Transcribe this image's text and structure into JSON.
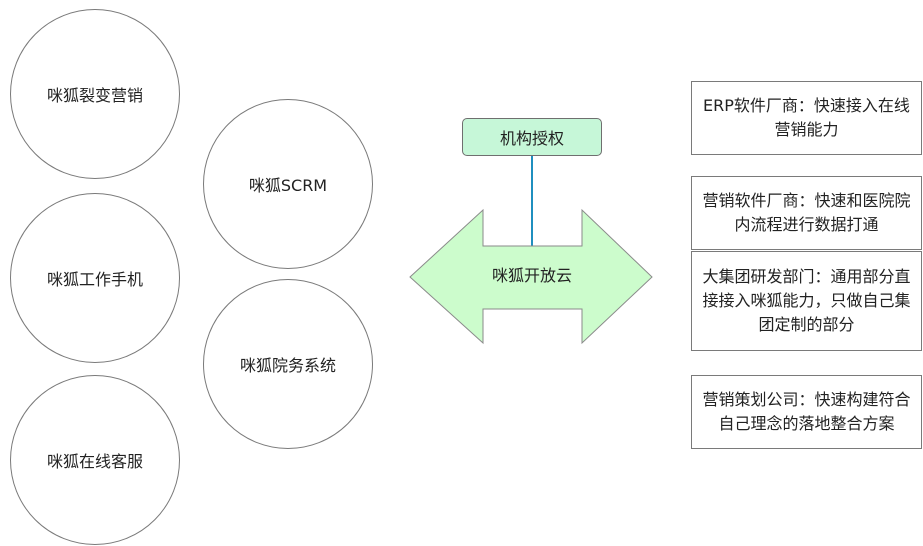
{
  "circles": [
    {
      "label": "咪狐裂变营销"
    },
    {
      "label": "咪狐工作手机"
    },
    {
      "label": "咪狐在线客服"
    },
    {
      "label": "咪狐SCRM"
    },
    {
      "label": "咪狐院务系统"
    }
  ],
  "center": {
    "auth_label": "机构授权",
    "arrow_label": "咪狐开放云"
  },
  "boxes": [
    {
      "text": "ERP软件厂商：快速接入在线营销能力"
    },
    {
      "text": "营销软件厂商：快速和医院院内流程进行数据打通"
    },
    {
      "text": "大集团研发部门：通用部分直接接入咪狐能力，只做自己集团定制的部分"
    },
    {
      "text": "营销策划公司：快速构建符合自己理念的落地整合方案"
    }
  ],
  "colors": {
    "arrow_fill": "#ccfccc",
    "auth_fill": "#c6f7d8",
    "connector": "#1f8fbf"
  }
}
